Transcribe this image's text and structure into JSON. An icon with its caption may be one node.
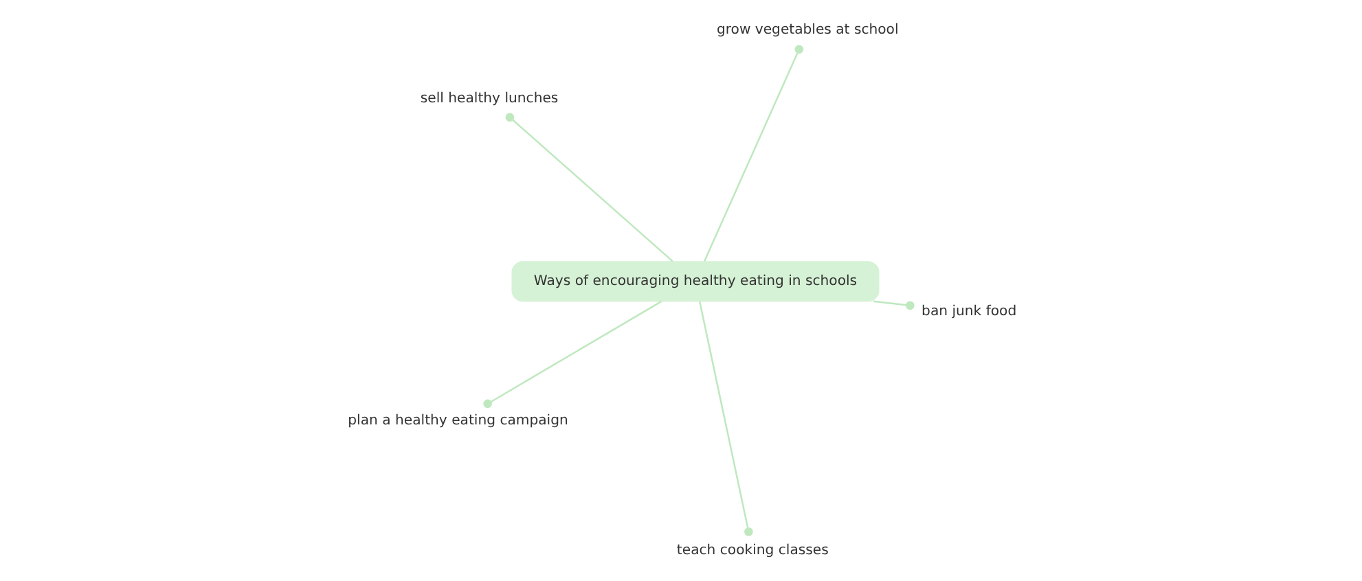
{
  "diagram": {
    "nodes": [
      {
        "text": [
          "sell healthy lunches"
        ]
      },
      {
        "text": [
          "ban junk food"
        ]
      },
      {
        "text": [
          "teach cooking classes"
        ]
      },
      {
        "text": [
          "Ways of encouraging healthy eating in schools"
        ]
      },
      {
        "text": [
          "grow vegetables at school"
        ]
      },
      {
        "text": [
          "plan a healthy eating campaign"
        ]
      }
    ],
    "edges": [
      {
        "from": 3,
        "to": 0,
        "arrow": "other"
      },
      {
        "from": 3,
        "to": 1,
        "arrow": "other"
      },
      {
        "from": 3,
        "to": 2,
        "arrow": "other"
      },
      {
        "from": 3,
        "to": 4,
        "arrow": "other"
      },
      {
        "from": 3,
        "to": 5,
        "arrow": "other"
      }
    ]
  }
}
